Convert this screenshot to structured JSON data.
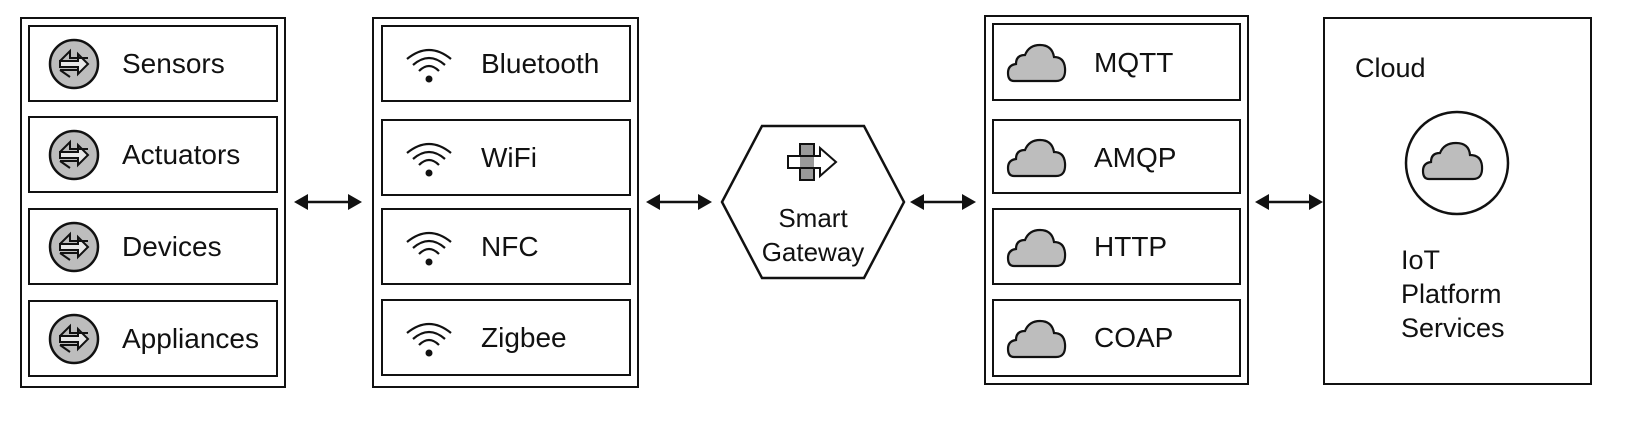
{
  "devices_group": {
    "items": [
      {
        "label": "Sensors",
        "icon": "sync-arrows-icon"
      },
      {
        "label": "Actuators",
        "icon": "sync-arrows-icon"
      },
      {
        "label": "Devices",
        "icon": "sync-arrows-icon"
      },
      {
        "label": "Appliances",
        "icon": "sync-arrows-icon"
      }
    ]
  },
  "connectivity_group": {
    "items": [
      {
        "label": "Bluetooth",
        "icon": "wireless-icon"
      },
      {
        "label": "WiFi",
        "icon": "wireless-icon"
      },
      {
        "label": "NFC",
        "icon": "wireless-icon"
      },
      {
        "label": "Zigbee",
        "icon": "wireless-icon"
      }
    ]
  },
  "gateway": {
    "line1": "Smart",
    "line2": "Gateway",
    "icon": "gateway-arrow-icon"
  },
  "protocols_group": {
    "items": [
      {
        "label": "MQTT",
        "icon": "cloud-icon"
      },
      {
        "label": "AMQP",
        "icon": "cloud-icon"
      },
      {
        "label": "HTTP",
        "icon": "cloud-icon"
      },
      {
        "label": "COAP",
        "icon": "cloud-icon"
      }
    ]
  },
  "cloud_panel": {
    "title": "Cloud",
    "service_line1": "IoT",
    "service_line2": "Platform",
    "service_line3": "Services",
    "icon": "cloud-icon"
  },
  "colors": {
    "stroke": "#111111",
    "icon_fill": "#bdbdbd",
    "gateway_fill": "#9a9a9a"
  }
}
